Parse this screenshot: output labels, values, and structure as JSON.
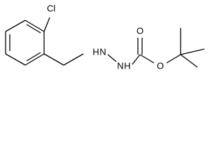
{
  "molecule": {
    "atoms": {
      "chlorine": "Cl",
      "hydrazine_nh_1": "H",
      "hydrazine_n_1": "N",
      "hydrazine_nh_2": "H",
      "hydrazine_n_2": "N",
      "carbonyl_oxygen": "O",
      "ester_oxygen": "O"
    }
  }
}
